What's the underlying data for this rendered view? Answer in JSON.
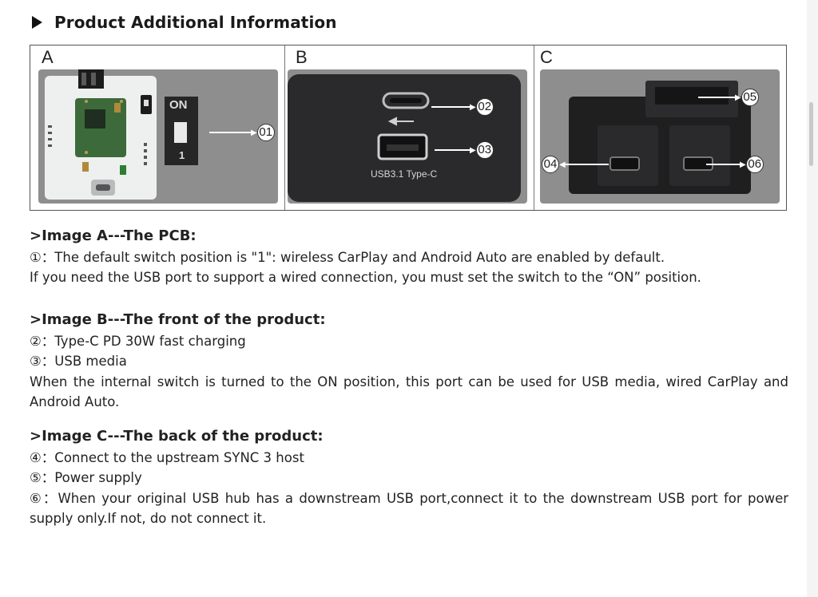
{
  "header": {
    "title": "Product Additional Information"
  },
  "panels": {
    "a": {
      "letter": "A",
      "switch_on_label": "ON",
      "switch_num_label": "1",
      "callout": "01"
    },
    "b": {
      "letter": "B",
      "port_caption": "USB3.1 Type-C",
      "callout_c": "02",
      "callout_usb": "03"
    },
    "c": {
      "letter": "C",
      "callout_left": "04",
      "callout_top": "05",
      "callout_right": "06"
    }
  },
  "sections": {
    "a": {
      "heading": ">Image A---The PCB:",
      "line1_marker": "①",
      "line1_text": "：The default switch position is \"1\": wireless CarPlay and Android Auto are enabled by default.",
      "line2_text": "If you need the USB port to support a wired connection, you must set the switch to the “ON” position."
    },
    "b": {
      "heading": ">Image B---The front of the product:",
      "line1_marker": "②",
      "line1_text": "：Type-C PD 30W fast charging",
      "line2_marker": "③",
      "line2_text": "：USB media",
      "para": "When the internal switch is turned to the ON position, this port can be used for USB media, wired CarPlay and Android Auto."
    },
    "c": {
      "heading": ">Image C---The back of the product:",
      "line1_marker": "④",
      "line1_text": "：Connect to the upstream SYNC 3 host",
      "line2_marker": "⑤",
      "line2_text": "：Power supply",
      "line3_marker": "⑥",
      "line3_text": "：When your original USB hub has a downstream USB port,connect it to the downstream USB port for power supply only.If not, do not connect it."
    }
  },
  "colors": {
    "panel_bg": "#8d8d8d",
    "device_dark": "#2a2a2c",
    "pcb_green": "#3d6a3b",
    "pcb_white": "#eef0ef"
  }
}
